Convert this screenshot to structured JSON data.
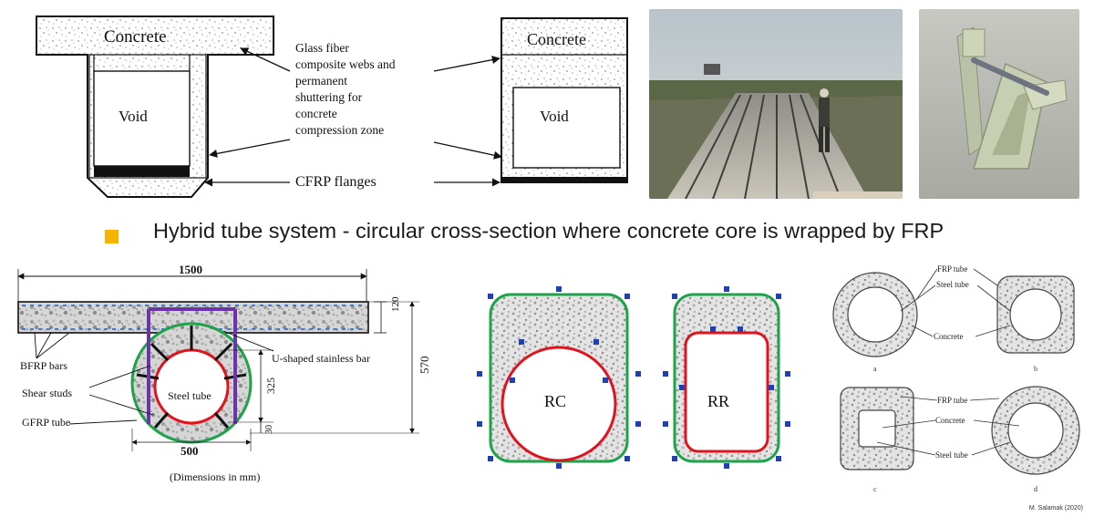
{
  "top_diagram": {
    "left_concrete": "Concrete",
    "left_void": "Void",
    "right_concrete": "Concrete",
    "right_void": "Void",
    "label_webs": [
      "Glass fiber",
      "composite webs and",
      "permanent",
      "shuttering for",
      "concrete",
      "compression zone"
    ],
    "label_flanges": "CFRP flanges"
  },
  "heading": "Hybrid tube system - circular cross-section where concrete core is wrapped by FRP",
  "section_drawing": {
    "dim_width": "1500",
    "dim_slab": "120",
    "dim_total": "570",
    "dim_inner": "325",
    "dim_wall": "30",
    "dim_diameter": "500",
    "label_bfrp": "BFRP bars",
    "label_shear": "Shear studs",
    "label_gfrp": "GFRP tube",
    "label_steel": "Steel tube",
    "label_ubar": "U-shaped stainless bar",
    "caption": "(Dimensions in mm)"
  },
  "rc_rr": {
    "rc_label": "RC",
    "rr_label": "RR"
  },
  "tube_variants": {
    "label_frp": "FRP tube",
    "label_steel": "Steel tube",
    "label_concrete": "Concrete",
    "label_frp_2": "FRP tube",
    "label_concrete_2": "Concrete",
    "label_steel_2": "Steel tube",
    "sub_a": "a",
    "sub_b": "b",
    "sub_c": "c",
    "sub_d": "d"
  },
  "credit": "M. Salamak (2020)",
  "colors": {
    "bullet": "#f4b400",
    "frp_green": "#1fa24a",
    "steel_red": "#e0141e",
    "stud_blue": "#1d3fb8",
    "u_bar_purple": "#6b35a8"
  }
}
